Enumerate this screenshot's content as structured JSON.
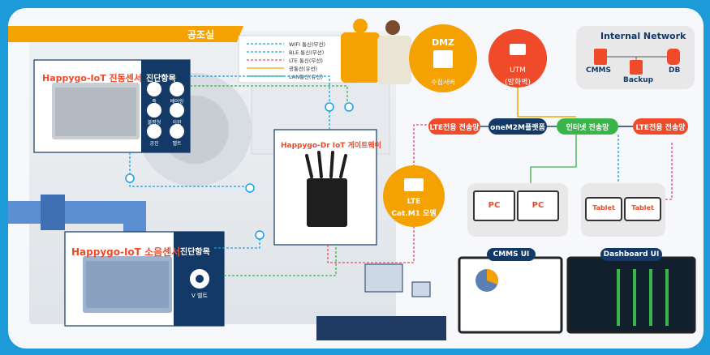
{
  "room_label": "공조실",
  "legend": [
    {
      "label": "WIFI 통신(무선)",
      "color": "#1aa0e6"
    },
    {
      "label": "BLE 통신(무선)",
      "color": "#1aa0e6"
    },
    {
      "label": "LTE 통신(무선)",
      "color": "#ef476f"
    },
    {
      "label": "광통선(유선)",
      "color": "#f4a900"
    },
    {
      "label": "LAN통신(유선)",
      "color": "#3ab54a"
    }
  ],
  "vibration_sensor": {
    "title": "Happygo-IoT 진동센서",
    "panel_title": "진단항목",
    "items": [
      "축",
      "베어링",
      "불평형",
      "이완",
      "공진",
      "벨트"
    ]
  },
  "noise_sensor": {
    "title": "Happygo-IoT 소음센서",
    "panel_title": "진단항목",
    "items": [
      "V 벨트"
    ]
  },
  "gateway": {
    "title": "Happygo-Dr IoT 게이트웨이"
  },
  "modem": {
    "line1": "LTE",
    "line2": "Cat.M1 모뎀"
  },
  "dmz": {
    "title": "DMZ",
    "label": "수집서버"
  },
  "utm": {
    "line1": "UTM",
    "line2": "(방화벽)"
  },
  "internal_network": {
    "title": "Internal Network",
    "cmms": "CMMS",
    "db": "DB",
    "backup": "Backup"
  },
  "network_labels": {
    "lte_left": "LTE전용 전송망",
    "onem2m": "oneM2M플랫폼",
    "internet": "인터넷 전송망",
    "lte_right": "LTE전용 전송망"
  },
  "devices": {
    "pc1": "PC",
    "pc2": "PC",
    "tablet1": "Tablet",
    "tablet2": "Tablet"
  },
  "ui_labels": {
    "cmms": "CMMS UI",
    "dashboard": "Dashboard UI"
  },
  "colors": {
    "accent_orange": "#f5a200",
    "brand_red": "#ef4a29",
    "navy": "#133a66",
    "background_blue": "#1c9bd8"
  }
}
